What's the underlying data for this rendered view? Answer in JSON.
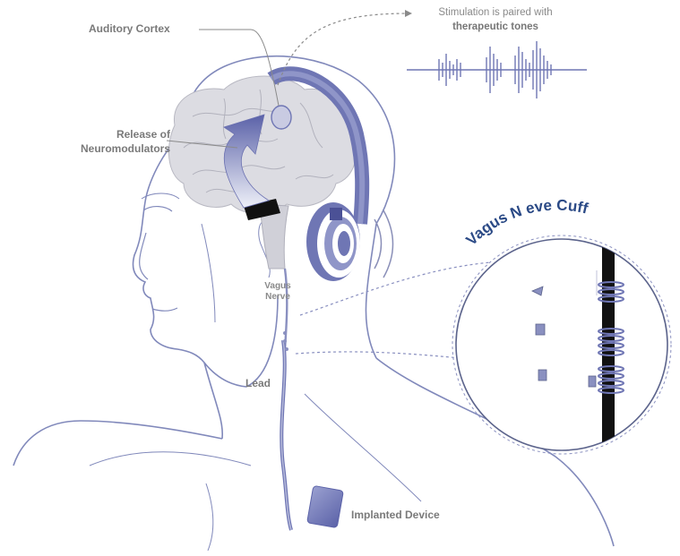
{
  "labels": {
    "auditory_cortex": "Auditory Cortex",
    "stimulation_line1": "Stimulation is paired with",
    "stimulation_line2": "therapeutic tones",
    "release_line1": "Release of",
    "release_line2": "Neuromodulators",
    "vagus_line1": "Vagus",
    "vagus_line2": "Nerve",
    "lead": "Lead",
    "implanted_device": "Implanted Device",
    "cuff_title": "Vagus N eve Cuff"
  },
  "colors": {
    "outline": "#7d86b8",
    "accent": "#6f76b4",
    "accent_dark": "#4b5196",
    "brain": "#d9d9de",
    "text": "#7a7a7a",
    "cuff_text": "#2b4a86"
  },
  "icons": [
    "headphones-icon",
    "brain-icon",
    "sound-wave-icon",
    "implanted-device-icon",
    "nerve-cuff-icon"
  ]
}
